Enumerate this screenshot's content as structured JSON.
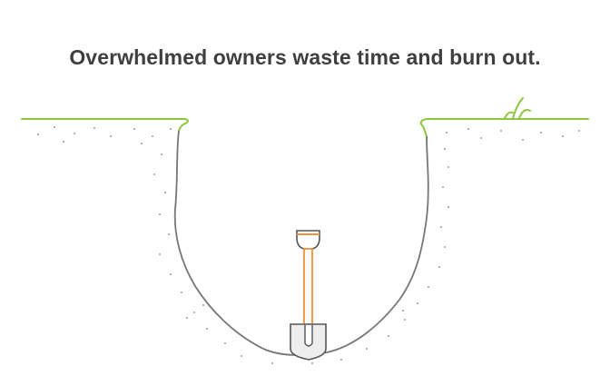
{
  "headline": "Overwhelmed owners waste time and burn out.",
  "colors": {
    "text": "#3f3f3f",
    "grass": "#8dc63f",
    "hole_outline": "#777777",
    "soil_dots": "#9a9a9a",
    "shovel_handle": "#f0923b",
    "shovel_outline": "#555555",
    "shovel_blade": "#eeeeee"
  },
  "illustration": {
    "icons": [
      "grass-ground",
      "dug-hole",
      "shovel-icon",
      "grass-tuft-icon"
    ]
  }
}
